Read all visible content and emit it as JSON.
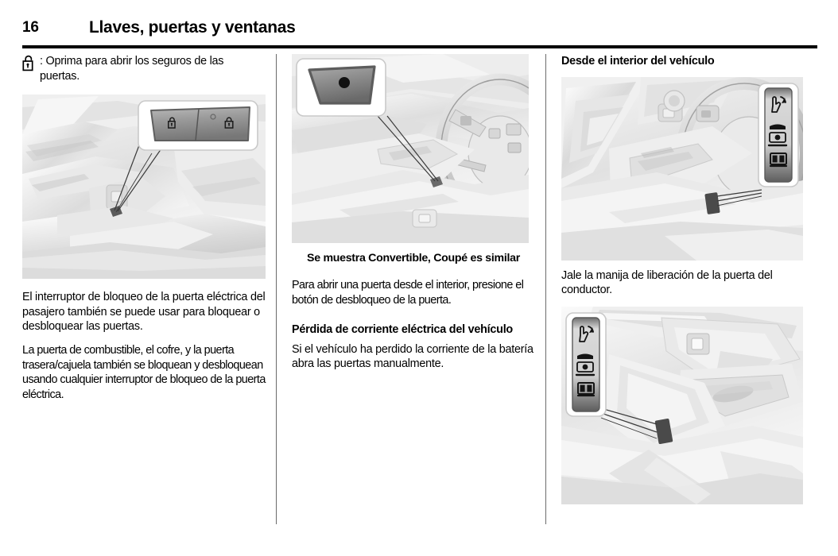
{
  "header": {
    "page_number": "16",
    "title": "Llaves, puertas y ventanas"
  },
  "columns": {
    "left": {
      "lead_icon_name": "unlock-padlock-icon",
      "lead_text": ": Oprima para abrir los seguros de las puertas.",
      "figure": {
        "name": "passenger-door-lock-switch-figure",
        "alt": "Interior de la puerta del pasajero con recuadro de acercamiento del interruptor de bloqueo eléctrico",
        "callout_buttons": [
          {
            "name": "unlock-button",
            "icon": "unlock-padlock-icon"
          },
          {
            "name": "lock-button",
            "icon": "lock-padlock-icon"
          }
        ],
        "indicator_name": "led-indicator-dot"
      },
      "paragraphs": [
        "El interruptor de bloqueo de la puerta eléctrica del pasajero también se puede usar para bloquear o desbloquear las puertas.",
        "La puerta de combustible, el cofre, y la puerta trasera/cajuela también se bloquean y desbloquean usando cualquier interruptor de bloqueo de la puerta eléctrica."
      ]
    },
    "middle": {
      "figure": {
        "name": "interior-door-release-button-figure",
        "alt": "Interior del vehículo con volante y recuadro de acercamiento del botón de desbloqueo de la puerta",
        "callout_button_name": "door-unlock-button",
        "callout_dot_name": "button-press-dot"
      },
      "caption": "Se muestra Convertible, Coupé es similar",
      "paragraphs": [
        "Para abrir una puerta desde el interior, presione el botón de desbloqueo de la puerta."
      ],
      "subheading": "Pérdida de corriente eléctrica del vehículo",
      "after_subheading": [
        "Si el vehículo ha perdido la corriente de la batería abra las puertas manualmente."
      ]
    },
    "right": {
      "heading": "Desde el interior del vehículo",
      "figure_top": {
        "name": "driver-door-release-handle-figure",
        "alt": "Panel de la puerta del conductor con recuadro de acercamiento de la manija de liberación",
        "callout_icons": [
          {
            "name": "manual-door-release-handle-icon"
          },
          {
            "name": "mirror-adjust-icon"
          },
          {
            "name": "window-switch-icon"
          }
        ]
      },
      "paragraph": "Jale la manija de liberación de la puerta del conductor.",
      "figure_bottom": {
        "name": "driver-door-release-handle-detail-figure",
        "alt": "Acercamiento del panel de la puerta con recuadro de la manija de liberación",
        "callout_icons": [
          {
            "name": "manual-door-release-handle-icon"
          },
          {
            "name": "mirror-adjust-icon"
          },
          {
            "name": "window-switch-icon"
          }
        ]
      }
    }
  },
  "colors": {
    "page_background": "#ffffff",
    "text": "#000000",
    "rule": "#000000",
    "divider": "#6b6b6b",
    "figure_background": "#f2f2f2",
    "callout_fill": "#ffffff",
    "button_dark": "#8c8c8c",
    "button_darker": "#6f6f6f"
  }
}
